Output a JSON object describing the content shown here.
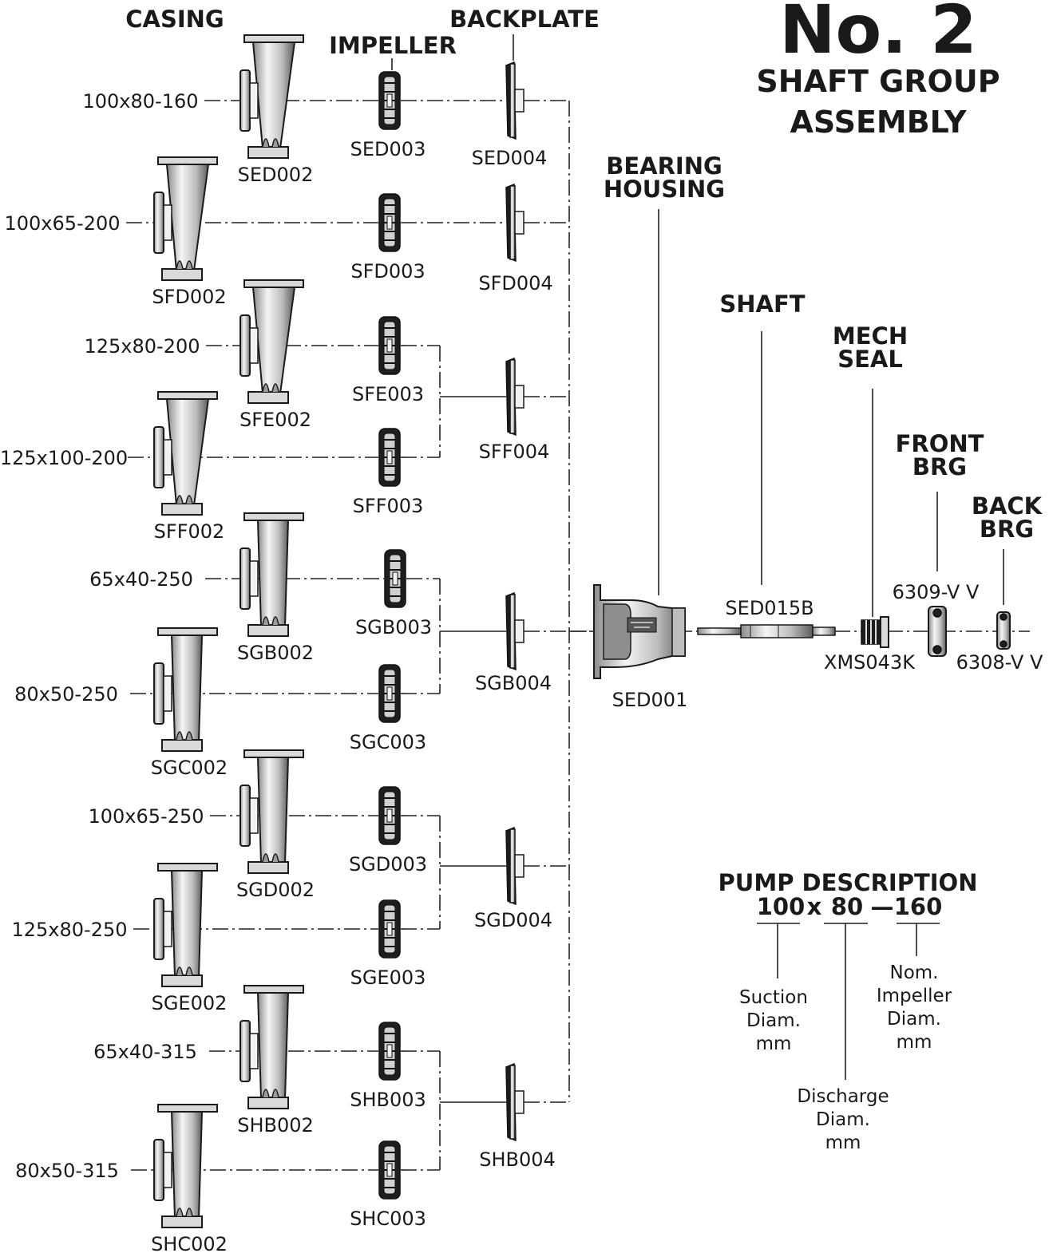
{
  "title": {
    "number": "No. 2",
    "line1": "SHAFT GROUP",
    "line2": "ASSEMBLY"
  },
  "headers": {
    "casing": "CASING",
    "impeller": "IMPELLER",
    "backplate": "BACKPLATE",
    "bearing_housing_1": "BEARING",
    "bearing_housing_2": "HOUSING",
    "shaft": "SHAFT",
    "mech_seal_1": "MECH",
    "mech_seal_2": "SEAL",
    "front_brg_1": "FRONT",
    "front_brg_2": "BRG",
    "back_brg_1": "BACK",
    "back_brg_2": "BRG"
  },
  "rows": [
    {
      "size": "100x80-160",
      "casing": "SED002",
      "impeller": "SED003"
    },
    {
      "size": "100x65-200",
      "casing": "SFD002",
      "impeller": "SFD003"
    },
    {
      "size": "125x80-200",
      "casing": "SFE002",
      "impeller": "SFE003"
    },
    {
      "size": "125x100-200",
      "casing": "SFF002",
      "impeller": "SFF003"
    },
    {
      "size": "65x40-250",
      "casing": "SGB002",
      "impeller": "SGB003"
    },
    {
      "size": "80x50-250",
      "casing": "SGC002",
      "impeller": "SGC003"
    },
    {
      "size": "100x65-250",
      "casing": "SGD002",
      "impeller": "SGD003"
    },
    {
      "size": "125x80-250",
      "casing": "SGE002",
      "impeller": "SGE003"
    },
    {
      "size": "65x40-315",
      "casing": "SHB002",
      "impeller": "SHB003"
    },
    {
      "size": "80x50-315",
      "casing": "SHC002",
      "impeller": "SHC003"
    }
  ],
  "backplates": [
    "SED004",
    "SFD004",
    "SFF004",
    "SGB004",
    "SGD004",
    "SHB004"
  ],
  "shaft_group": {
    "bearing_housing": "SED001",
    "shaft": "SED015B",
    "mech_seal": "XMS043K",
    "front_brg": "6309-V V",
    "back_brg": "6308-V V"
  },
  "pump_description": {
    "title": "PUMP DESCRIPTION",
    "p1": "100",
    "x": "x",
    "p2": "80",
    "dash": "—",
    "p3": "160",
    "suction": [
      "Suction",
      "Diam.",
      "mm"
    ],
    "discharge": [
      "Discharge",
      "Diam.",
      "mm"
    ],
    "impeller": [
      "Nom.",
      "Impeller",
      "Diam.",
      "mm"
    ]
  }
}
